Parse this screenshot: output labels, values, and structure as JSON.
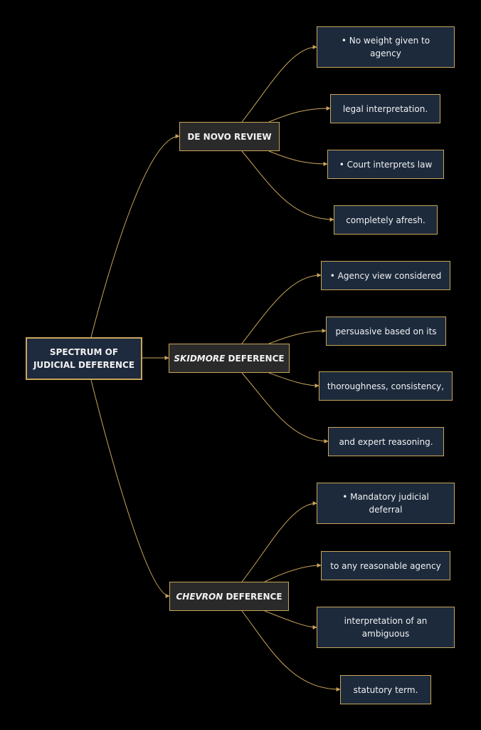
{
  "diagram": {
    "root": {
      "label": "SPECTRUM OF\nJUDICIAL DEFERENCE"
    },
    "branches": [
      {
        "label_italic": "",
        "label": "DE NOVO REVIEW",
        "leaves": [
          "• No weight given to\nagency",
          "legal interpretation.",
          "• Court interprets law",
          "completely afresh."
        ]
      },
      {
        "label_italic": "SKIDMORE",
        "label": " DEFERENCE",
        "leaves": [
          "• Agency view considered",
          "persuasive based on its",
          "thoroughness, consistency,",
          "and expert reasoning."
        ]
      },
      {
        "label_italic": "CHEVRON",
        "label": " DEFERENCE",
        "leaves": [
          "• Mandatory judicial\ndeferral",
          "to any reasonable agency",
          "interpretation of an\nambiguous",
          "statutory term."
        ]
      }
    ],
    "colors": {
      "edge": "#c9a55a",
      "root_fill": "#1e2a3d",
      "branch_fill": "#2a2a2a",
      "leaf_fill": "#1c2a3c",
      "text": "#f2f2f2",
      "background": "#000000"
    }
  }
}
